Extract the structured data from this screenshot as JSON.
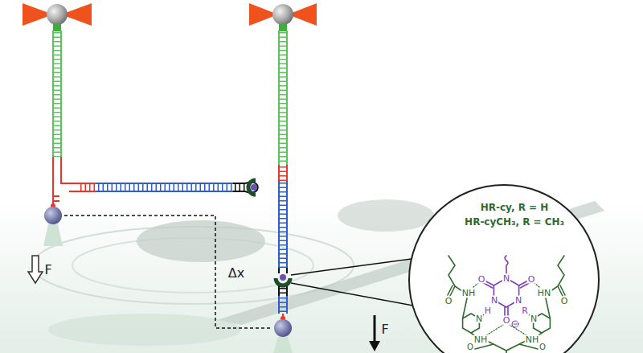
{
  "diagram": {
    "labels": [
      "F",
      "Δx",
      "HR-cy, R = H",
      "HR-cyCH₃, R = CH₃",
      "F",
      "O",
      "N",
      "O",
      "N",
      "H",
      "N",
      "R",
      "O",
      "NH",
      "HN",
      "O",
      "O",
      "N",
      "N",
      "NH",
      "NH",
      "O",
      "O"
    ]
  }
}
